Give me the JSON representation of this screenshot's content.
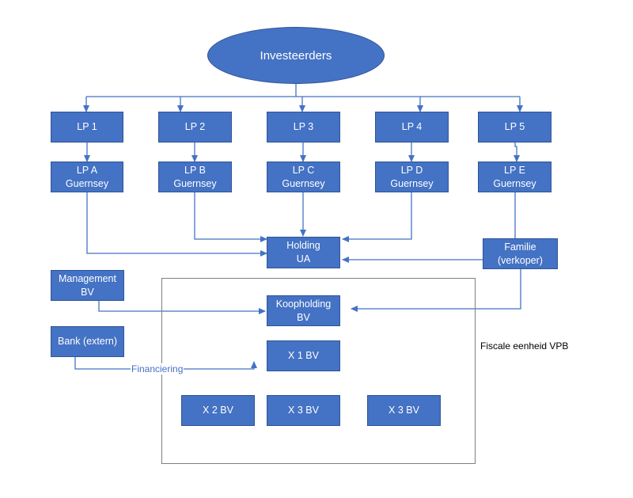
{
  "colors": {
    "box_fill": "#4472c4",
    "box_border": "#2f5597",
    "connector": "#4472c4",
    "fiscal_border": "#7f7f7f",
    "text_on_box": "#ffffff"
  },
  "investors": "Investeerders",
  "lp_row": [
    "LP 1",
    "LP 2",
    "LP 3",
    "LP 4",
    "LP 5"
  ],
  "guernsey_row": [
    "LP A\nGuernsey",
    "LP B\nGuernsey",
    "LP C\nGuernsey",
    "LP D\nGuernsey",
    "LP E\nGuernsey"
  ],
  "holding": "Holding\nUA",
  "familie": "Familie\n(verkoper)",
  "management": "Management\nBV",
  "bank": "Bank (extern)",
  "koopholding": "Koopholding\nBV",
  "x1": "X 1 BV",
  "x2": "X 2 BV",
  "x3a": "X 3 BV",
  "x3b": "X 3 BV",
  "fiscal_label": "Fiscale eenheid VPB",
  "financing_label": "Financiering"
}
